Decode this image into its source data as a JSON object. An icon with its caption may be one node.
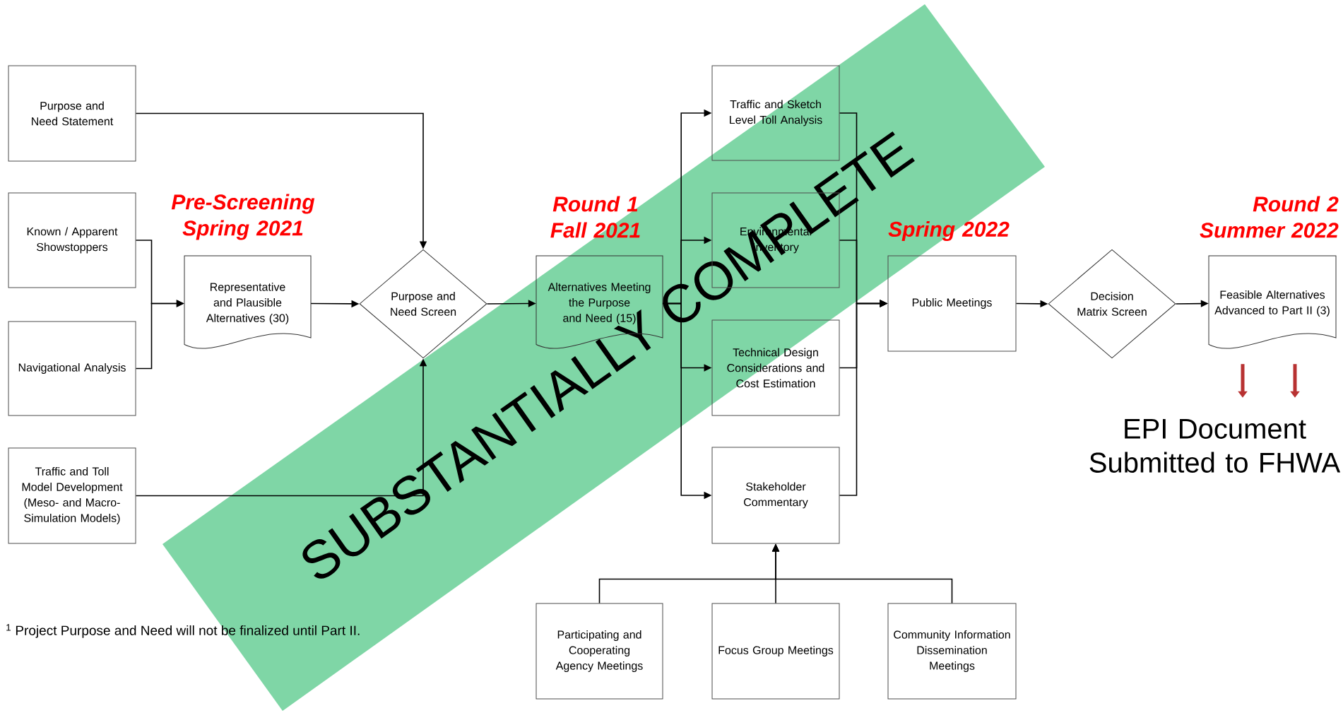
{
  "diagram": {
    "nodes": [
      {
        "text": [
          "Purpose and Need Statement"
        ]
      },
      {
        "text": [
          "Known / Apparent Showstoppers"
        ]
      },
      {
        "text": [
          "Navigational Analysis"
        ]
      },
      {
        "text": [
          "Traffic and Toll Model Development (Meso- and Macro-Simulation Models)"
        ]
      },
      {
        "text": [
          "Representative and Plausible Alternatives (30)"
        ],
        "beside": [
          "Pre-Screening Spring 2021"
        ]
      },
      {
        "text": [
          "Purpose and Need Screen"
        ]
      },
      {
        "text": [
          "Alternatives Meeting the Purpose and Need (15)"
        ],
        "beside": [
          "Round 1 Fall 2021"
        ]
      },
      {
        "text": [
          "Traffic and Sketch Level Toll Analysis"
        ]
      },
      {
        "text": [
          "Environmental Inventory"
        ]
      },
      {
        "text": [
          "Technical Design Considerations and Cost Estimation"
        ]
      },
      {
        "text": [
          "Stakeholder Commentary"
        ]
      },
      {
        "text": [
          "Participating and Cooperating Agency Meetings"
        ]
      },
      {
        "text": [
          "Focus Group Meetings"
        ]
      },
      {
        "text": [
          "Community Information Dissemination Meetings"
        ]
      },
      {
        "text": [
          "Public Meetings"
        ],
        "beside": [
          "Spring 2022"
        ]
      },
      {
        "text": [
          "Decision Matrix Screen"
        ]
      },
      {
        "text": [
          "Feasible Alternatives Advanced to Part II (3)"
        ],
        "beside": [
          "Round 2 Summer 2022"
        ]
      },
      {
        "text": [
          "EPI Document Submitted to FHWA"
        ]
      }
    ],
    "edges": [
      {
        "from": 0,
        "to": 5,
        "arrow": "to"
      },
      {
        "from": 1,
        "to": 4,
        "arrow": "to"
      },
      {
        "from": 2,
        "to": 4,
        "arrow": "to"
      },
      {
        "from": 3,
        "to": 5,
        "arrow": "to"
      },
      {
        "from": 4,
        "to": 5,
        "arrow": "to"
      },
      {
        "from": 5,
        "to": 6,
        "arrow": "to"
      },
      {
        "from": 6,
        "to": 7,
        "arrow": "to"
      },
      {
        "from": 6,
        "to": 8,
        "arrow": "to"
      },
      {
        "from": 6,
        "to": 9,
        "arrow": "to"
      },
      {
        "from": 6,
        "to": 10,
        "arrow": "to"
      },
      {
        "from": 7,
        "to": 14,
        "arrow": "to"
      },
      {
        "from": 8,
        "to": 14,
        "arrow": "to"
      },
      {
        "from": 9,
        "to": 14,
        "arrow": "to"
      },
      {
        "from": 10,
        "to": 14,
        "arrow": "to"
      },
      {
        "from": 11,
        "to": 10,
        "arrow": "to"
      },
      {
        "from": 12,
        "to": 10,
        "arrow": "to"
      },
      {
        "from": 13,
        "to": 10,
        "arrow": "to"
      },
      {
        "from": 14,
        "to": 15,
        "arrow": "to"
      },
      {
        "from": 15,
        "to": 16,
        "arrow": "to"
      },
      {
        "from": 16,
        "to": 17,
        "arrow": "to",
        "style": "thick",
        "color": "#b83232"
      },
      {
        "from": 16,
        "to": 17,
        "arrow": "to",
        "style": "thick",
        "color": "#b83232"
      }
    ],
    "labels": [
      "SUBSTANTIALLY COMPLETE",
      "$^{1}$ Project Purpose and Need will not be finalized until Part II."
    ]
  }
}
